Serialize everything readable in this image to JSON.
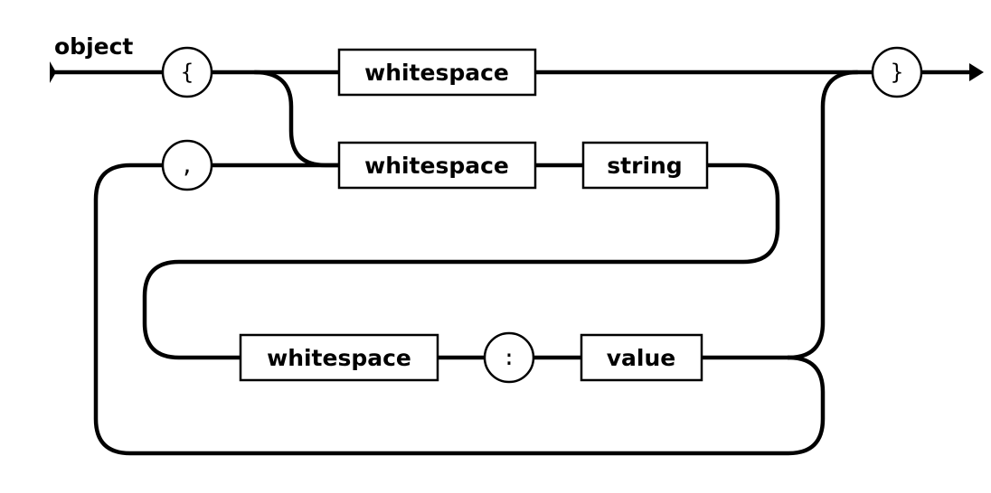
{
  "diagram": {
    "title": "object",
    "terminals": {
      "open_brace": "{",
      "close_brace": "}",
      "comma": ",",
      "colon": ":"
    },
    "nodes": {
      "whitespace_top": "whitespace",
      "whitespace_middle": "whitespace",
      "string": "string",
      "whitespace_bottom": "whitespace",
      "value": "value"
    }
  }
}
